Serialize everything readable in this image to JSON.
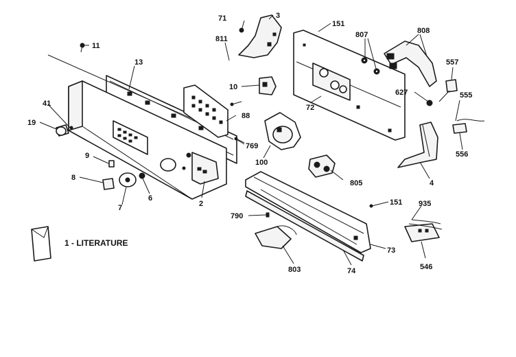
{
  "diagram": {
    "callouts": {
      "c71": "71",
      "c3": "3",
      "c151a": "151",
      "c807": "807",
      "c808": "808",
      "c811": "811",
      "c11": "11",
      "c13": "13",
      "c557": "557",
      "c10": "10",
      "c627": "627",
      "c555": "555",
      "c72": "72",
      "c41": "41",
      "c88": "88",
      "c19": "19",
      "c769": "769",
      "c556": "556",
      "c100": "100",
      "c9": "9",
      "c4": "4",
      "c8": "8",
      "c6": "6",
      "c805": "805",
      "c7": "7",
      "c2": "2",
      "c151b": "151",
      "c935": "935",
      "c790": "790",
      "c73": "73",
      "c546": "546",
      "c803": "803",
      "c74": "74"
    },
    "literature_label": "1 - LITERATURE"
  }
}
